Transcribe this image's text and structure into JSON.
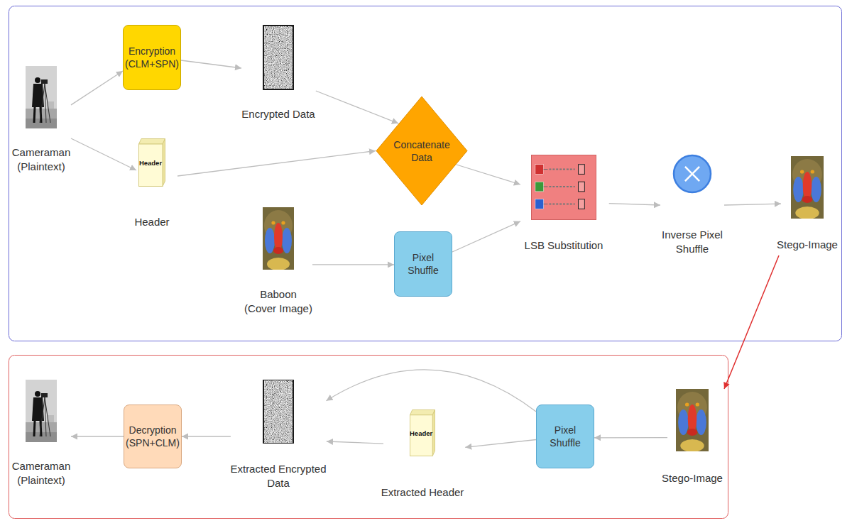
{
  "diagram": {
    "nodes": [
      {
        "text": [
          "Cameraman (Plaintext)"
        ]
      },
      {
        "text": [
          "Encryption (CLM+SPN)"
        ]
      },
      {
        "text": [
          "Encrypted Data"
        ]
      },
      {
        "text": [
          "Header",
          "Header"
        ]
      },
      {
        "text": [
          "Concatenate Data"
        ]
      },
      {
        "text": [
          "Baboon (Cover Image)"
        ]
      },
      {
        "text": [
          "Pixel Shuffle"
        ]
      },
      {
        "text": [
          "LSB Substitution"
        ]
      },
      {
        "text": [
          "Inverse Pixel Shuffle"
        ]
      },
      {
        "text": [
          "Stego-Image"
        ]
      },
      {
        "text": [
          "Stego-Image"
        ]
      },
      {
        "text": [
          "Pixel Shuffle"
        ]
      },
      {
        "text": [
          "Header",
          "Extracted Header"
        ]
      },
      {
        "text": [
          "Extracted Encrypted Data"
        ]
      },
      {
        "text": [
          "Decryption (SPN+CLM)"
        ]
      },
      {
        "text": [
          "Cameraman (Plaintext)"
        ]
      }
    ],
    "edges": [
      {
        "from": 0,
        "to": 1,
        "arrow": "to"
      },
      {
        "from": 0,
        "to": 3,
        "arrow": "to"
      },
      {
        "from": 1,
        "to": 2,
        "arrow": "to"
      },
      {
        "from": 2,
        "to": 4,
        "arrow": "to"
      },
      {
        "from": 3,
        "to": 4,
        "arrow": "to"
      },
      {
        "from": 5,
        "to": 6,
        "arrow": "to"
      },
      {
        "from": 4,
        "to": 7,
        "arrow": "to"
      },
      {
        "from": 6,
        "to": 7,
        "arrow": "to"
      },
      {
        "from": 7,
        "to": 8,
        "arrow": "to"
      },
      {
        "from": 8,
        "to": 9,
        "arrow": "to"
      },
      {
        "from": 9,
        "to": 10,
        "arrow": "to"
      },
      {
        "from": 10,
        "to": 11,
        "arrow": "to"
      },
      {
        "from": 11,
        "to": 12,
        "arrow": "to"
      },
      {
        "from": 11,
        "to": 13,
        "arrow": "to"
      },
      {
        "from": 12,
        "to": 13,
        "arrow": "to"
      },
      {
        "from": 13,
        "to": 14,
        "arrow": "to"
      },
      {
        "from": 14,
        "to": 15,
        "arrow": "to"
      }
    ]
  }
}
